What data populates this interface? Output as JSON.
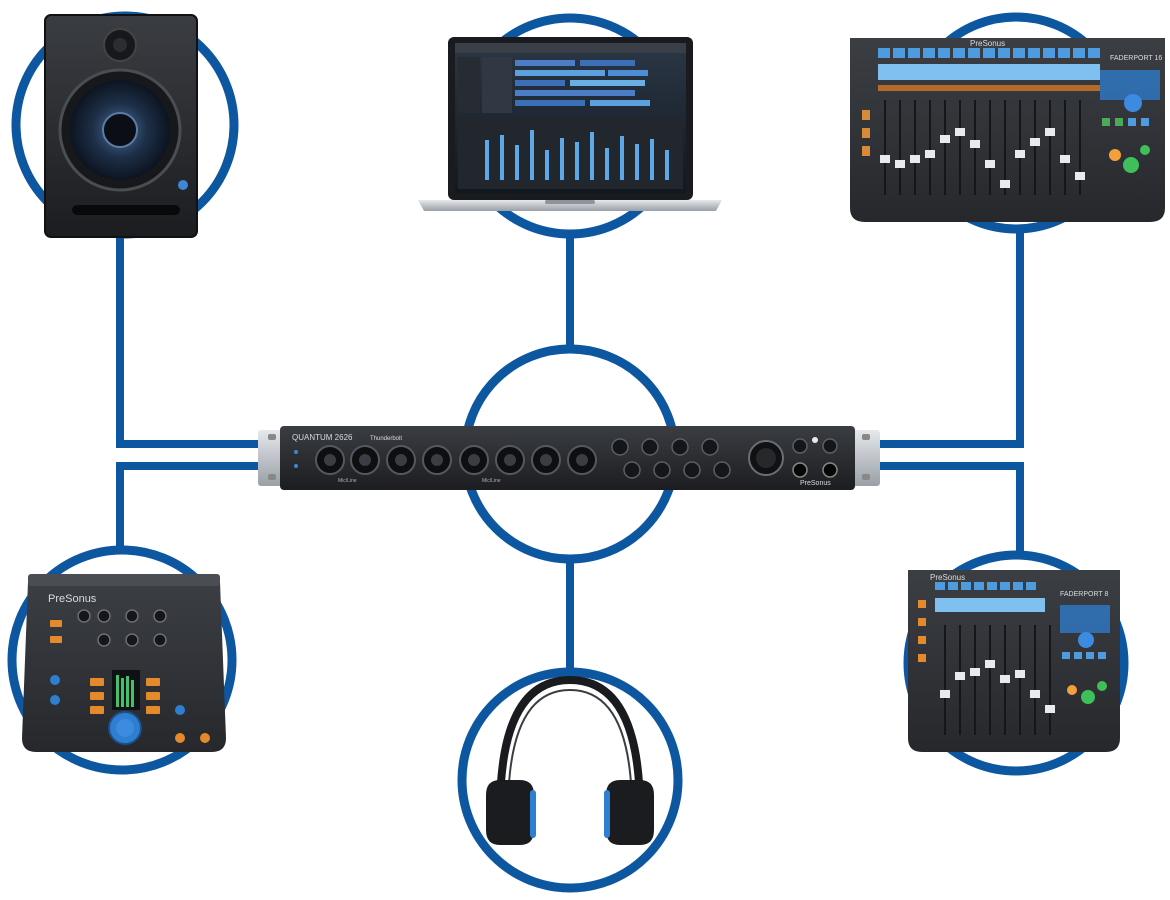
{
  "theme": {
    "connector_color": "#0d57a0",
    "device_dark": "#2a2c30",
    "device_black": "#111214",
    "device_silver": "#c9ccd1",
    "button_blue": "#2f7fd1",
    "button_orange": "#e48a2a",
    "screen_blue": "#3b6fb8"
  },
  "interface": {
    "model": "QUANTUM 2626",
    "tb_label": "Thunderbolt",
    "brand": "PreSonus",
    "mic_label_1": "Mic/Line",
    "mic_label_2": "Mic/Line"
  },
  "monitor_controller": {
    "brand": "PreSonus"
  },
  "fader_16": {
    "brand": "PreSonus",
    "model": "FADERPORT 16"
  },
  "fader_8": {
    "brand": "PreSonus",
    "model": "FADERPORT 8"
  },
  "nodes": [
    {
      "id": "studio-monitor",
      "icon": "speaker-icon"
    },
    {
      "id": "laptop-daw",
      "icon": "laptop-icon"
    },
    {
      "id": "faderport-16",
      "icon": "control-surface-icon"
    },
    {
      "id": "monitor-controller",
      "icon": "monitor-controller-icon"
    },
    {
      "id": "headphones",
      "icon": "headphones-icon"
    },
    {
      "id": "faderport-8",
      "icon": "control-surface-icon"
    }
  ]
}
